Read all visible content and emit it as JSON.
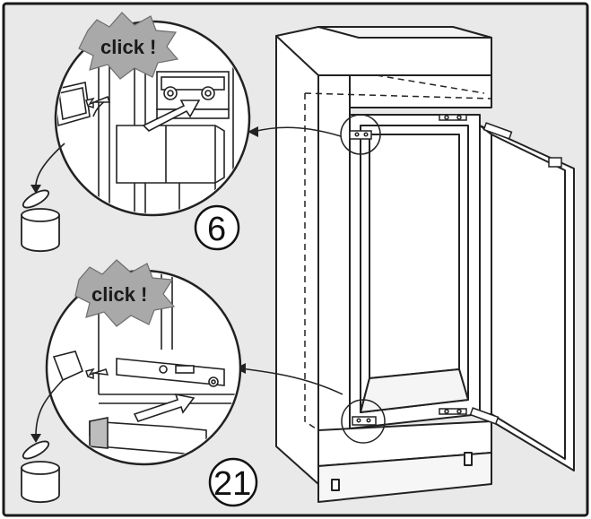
{
  "figure": {
    "click_label_top": "click !",
    "click_label_bottom": "click !",
    "step_top": "6",
    "step_bottom": "21"
  },
  "colors": {
    "background": "#e9e9e9",
    "frame": "#1a1a1a",
    "detail_fill": "#ffffff",
    "burst_fill": "#a9a9a9",
    "part_fill": "#bdbdbd",
    "line": "#222222"
  }
}
